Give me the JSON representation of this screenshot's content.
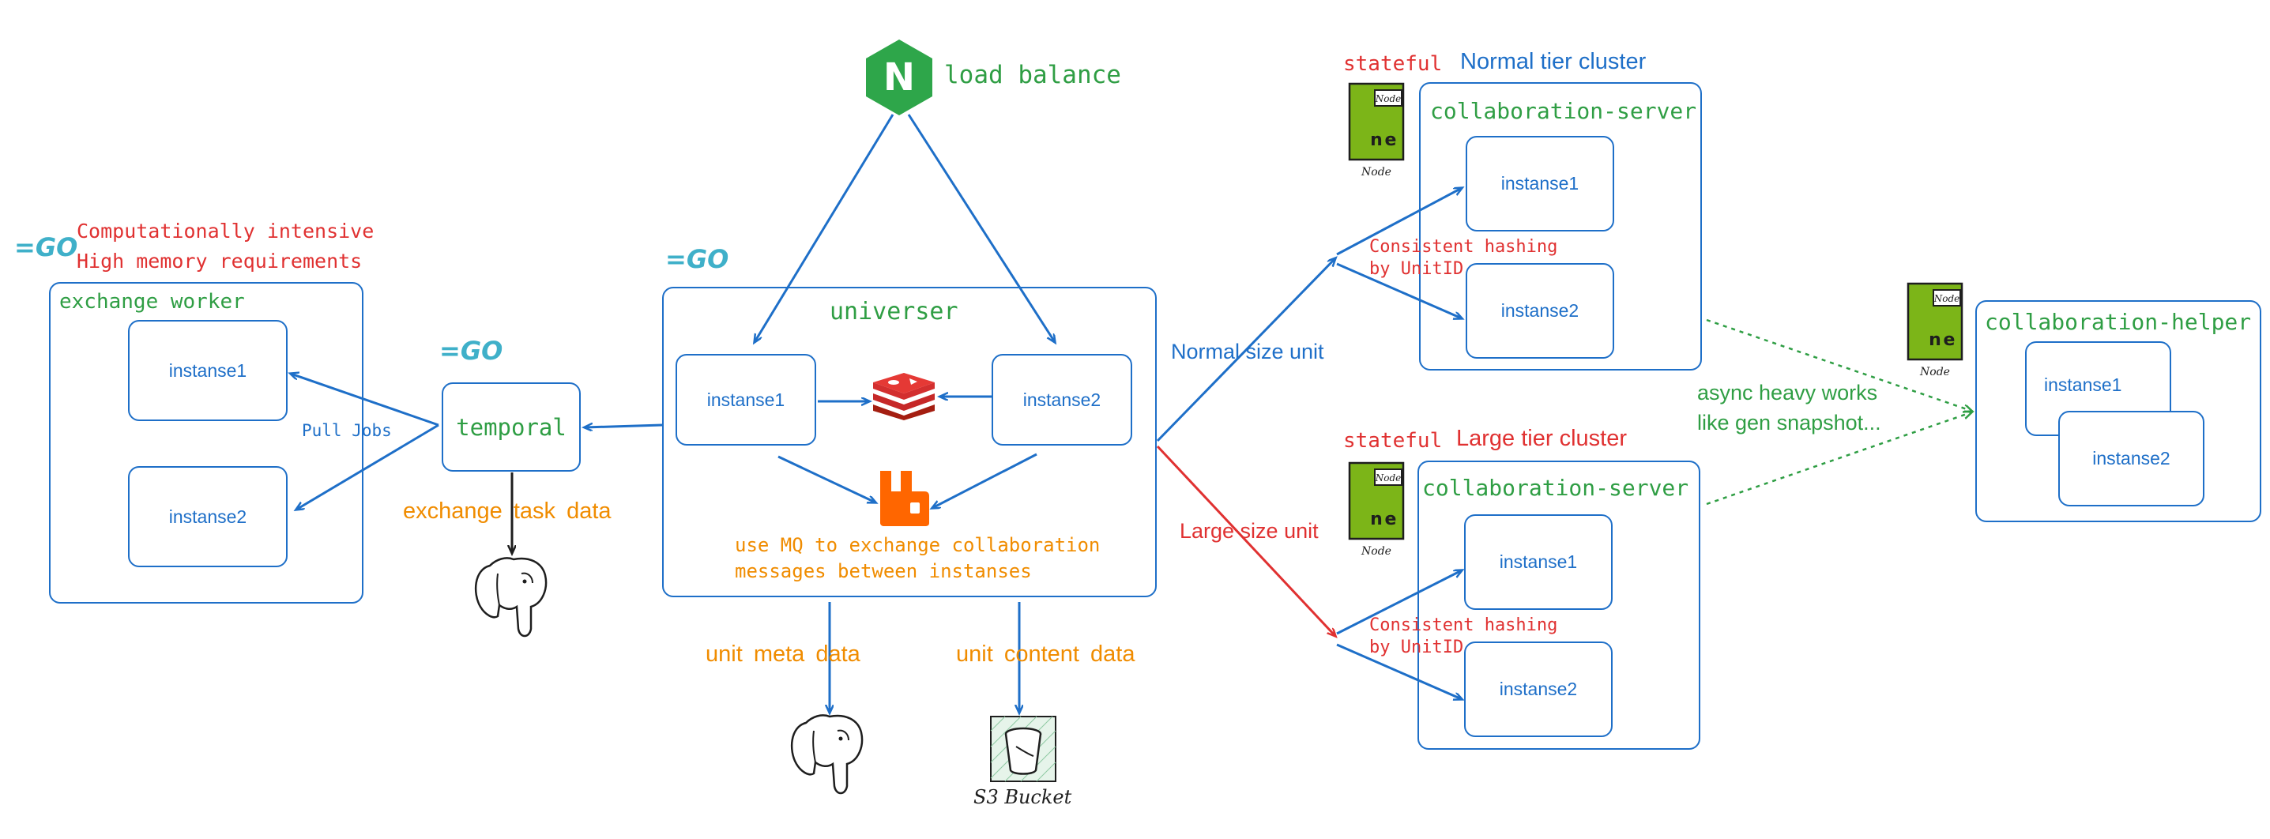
{
  "nginx": {
    "label": "load balance",
    "letter": "N"
  },
  "go_logo": "=GO",
  "exchange": {
    "note_line1": "Computationally intensive",
    "note_line2": "High memory requirements",
    "title": "exchange worker",
    "instances": [
      "instanse1",
      "instanse2"
    ],
    "pull_label": "Pull Jobs"
  },
  "temporal": {
    "title": "temporal",
    "data_label": "exchange task data"
  },
  "universer": {
    "title": "universer",
    "instances": [
      "instanse1",
      "instanse2"
    ],
    "mq_line1": "use MQ to exchange collaboration",
    "mq_line2": "messages between instanses",
    "meta_label": "unit meta data",
    "content_label": "unit content data",
    "bucket_label": "S3 Bucket"
  },
  "routing": {
    "normal_label": "Normal size unit",
    "large_label": "Large size unit"
  },
  "normal_cluster": {
    "stateful": "stateful",
    "tier": "Normal tier cluster",
    "title": "collaboration-server",
    "hash_line1": "Consistent hashing",
    "hash_line2": "by UnitID",
    "instances": [
      "instanse1",
      "instanse2"
    ],
    "node_caption": "Node",
    "node_tag": "Node"
  },
  "large_cluster": {
    "stateful": "stateful",
    "tier": "Large tier cluster",
    "title": "collaboration-server",
    "hash_line1": "Consistent hashing",
    "hash_line2": "by UnitID",
    "instances": [
      "instanse1",
      "instanse2"
    ],
    "node_caption": "Node",
    "node_tag": "Node"
  },
  "helper": {
    "title": "collaboration-helper",
    "async_line1": "async heavy works",
    "async_line2": "like gen snapshot...",
    "instances": [
      "instanse1",
      "instanse2"
    ],
    "node_caption": "Node",
    "node_tag": "Node"
  },
  "colors": {
    "blue": "#1e6fc8",
    "green": "#2f9e44",
    "red": "#e03131",
    "orange": "#f08c00",
    "node_green": "#7cb518",
    "go_cyan": "#3fb0c9",
    "redis_red": "#c62828",
    "rabbit_orange": "#ff6600"
  }
}
